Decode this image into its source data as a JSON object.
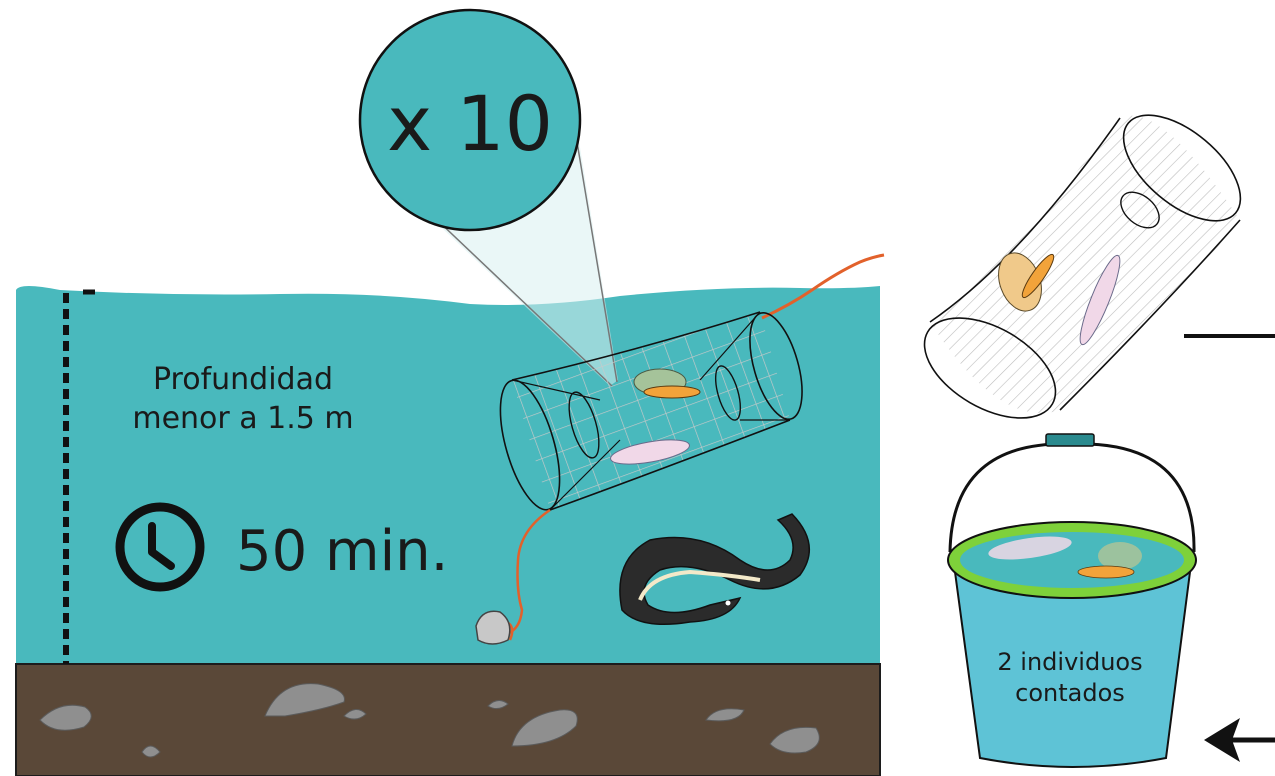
{
  "magnifier": {
    "label": "x 10"
  },
  "depth": {
    "line1": "Profundidad",
    "line2": "menor a 1.5 m"
  },
  "duration": {
    "label": "50 min.",
    "icon": "clock-icon"
  },
  "bucket": {
    "line1": "2 individuos",
    "line2": "contados"
  },
  "colors": {
    "water": "#49b9bd",
    "water_light": "#a9dadc",
    "sediment": "#5a4838",
    "rock": "#8f8f8f",
    "rope": "#e2612b",
    "bucket_body": "#5ec3d6",
    "bucket_rim": "#7ed13a",
    "handle_clip": "#2a8a8e",
    "ink": "#111111"
  }
}
